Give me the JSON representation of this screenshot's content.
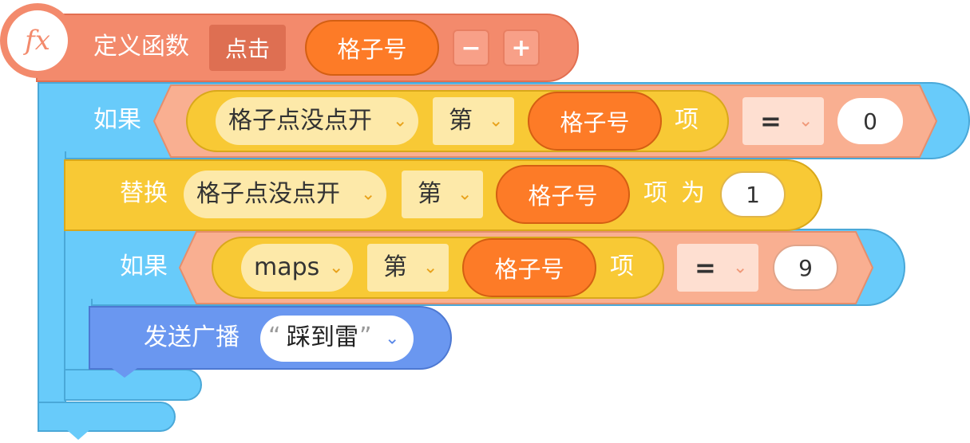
{
  "define": {
    "fx_symbol": "fx",
    "title": "定义函数",
    "name": "点击",
    "param": "格子号",
    "minus": "−",
    "plus": "+"
  },
  "if1": {
    "label": "如果",
    "list": "格子点没点开",
    "index_label": "第",
    "param": "格子号",
    "item": "项",
    "operator": "=",
    "value": "0"
  },
  "replace": {
    "label": "替换",
    "list": "格子点没点开",
    "index_label": "第",
    "param": "格子号",
    "item": "项",
    "as": "为",
    "value": "1"
  },
  "if2": {
    "label": "如果",
    "list": "maps",
    "index_label": "第",
    "param": "格子号",
    "item": "项",
    "operator": "=",
    "value": "9"
  },
  "broadcast": {
    "label": "发送广播",
    "open_quote": "“",
    "message": "踩到雷",
    "close_quote": "”"
  },
  "colors": {
    "define": "#f38a6c",
    "control": "#68cbfa",
    "data": "#f8c935",
    "operator": "#f9af91",
    "parameter": "#fd7b27",
    "event": "#6a97f0"
  }
}
